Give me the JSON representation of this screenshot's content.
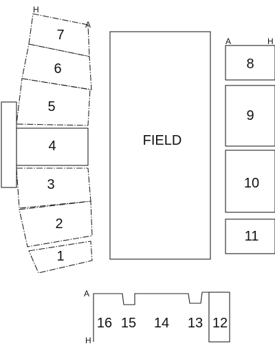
{
  "field": {
    "label": "FIELD"
  },
  "corners": {
    "h1": "H",
    "a1": "A",
    "a2": "A",
    "h2": "H",
    "a3": "A",
    "h3": "H"
  },
  "sections": {
    "s1": "1",
    "s2": "2",
    "s3": "3",
    "s4": "4",
    "s5": "5",
    "s6": "6",
    "s7": "7",
    "s8": "8",
    "s9": "9",
    "s10": "10",
    "s11": "11",
    "s12": "12",
    "s13": "13",
    "s14": "14",
    "s15": "15",
    "s16": "16"
  }
}
